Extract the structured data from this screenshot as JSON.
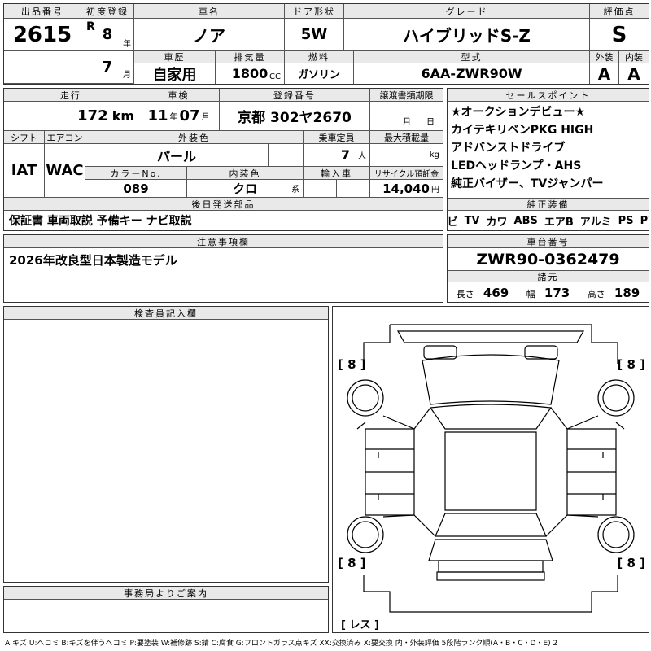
{
  "headers": {
    "lot_no": "出品番号",
    "first_reg": "初度登録",
    "car_name": "車名",
    "door": "ドア形状",
    "grade": "グレード",
    "score": "評価点",
    "history": "車歴",
    "displacement": "排気量",
    "fuel": "燃料",
    "model_code": "型式",
    "exterior": "外装",
    "interior": "内装",
    "mileage": "走行",
    "inspection": "車検",
    "reg_no": "登録番号",
    "transfer": "譲渡書類期限",
    "shift": "シフト",
    "aircon": "エアコン",
    "ext_color": "外装色",
    "capacity": "乗車定員",
    "max_load": "最大積載量",
    "color_no": "カラーNo.",
    "int_color": "内装色",
    "import": "輸入車",
    "recycle": "リサイクル預託金",
    "later_parts": "後日発送部品",
    "sales_points": "セールスポイント",
    "genuine_eq": "純正装備",
    "notes": "注意事項欄",
    "chassis_no": "車台番号",
    "specs": "諸元",
    "inspector": "検査員記入欄",
    "office": "事務局よりご案内"
  },
  "lot_no": "2615",
  "era": "R",
  "first_reg_year": "8",
  "first_reg_month": "7",
  "unit_year": "年",
  "unit_month": "月",
  "car_name": "ノア",
  "door": "5W",
  "grade": "ハイブリッドS-Z",
  "score": "S",
  "history": "自家用",
  "displacement": "1800",
  "unit_cc": "CC",
  "fuel": "ガソリン",
  "model_code": "6AA-ZWR90W",
  "exterior_grade": "A",
  "interior_grade": "A",
  "mileage": "172",
  "unit_km": "km",
  "inspection_year": "11",
  "inspection_month": "07",
  "reg_no": "京都 302ヤ2670",
  "transfer_m": "月",
  "transfer_d": "日",
  "shift": "IAT",
  "aircon": "WAC",
  "ext_color": "パール",
  "capacity": "7",
  "unit_person": "人",
  "unit_kg": "kg",
  "color_no": "089",
  "int_color": "クロ",
  "unit_kei": "系",
  "recycle": "14,040",
  "unit_yen": "円",
  "later_parts": "保証書 車両取説 予備キー ナビ取説",
  "sales_points": [
    "★オークションデビュー★",
    "カイテキリベンPKG HIGH",
    "アドバンストドライブ",
    "LEDヘッドランプ・AHS",
    "純正バイザー、TVジャンパー"
  ],
  "genuine_eq": [
    "ナビ",
    "TV",
    "カワ",
    "ABS",
    "エアB",
    "アルミ",
    "PS",
    "PW"
  ],
  "notes": "2026年改良型日本製造モデル",
  "chassis_no": "ZWR90-0362479",
  "spec_labels": {
    "length": "長さ",
    "width": "幅",
    "height": "高さ"
  },
  "spec_values": {
    "length": "469",
    "width": "173",
    "height": "189"
  },
  "tire_marks": [
    "8",
    "8",
    "8",
    "8"
  ],
  "spare_mark": "レス",
  "legend": "A:キズ U:ヘコミ B:キズを伴うヘコミ P:要塗装 W:補修跡 S:錆 C:腐食 G:フロントガラス点キズ XX:交換済み X:要交換 内・外装評価 5段階ランク順(A・B・C・D・E) 2"
}
